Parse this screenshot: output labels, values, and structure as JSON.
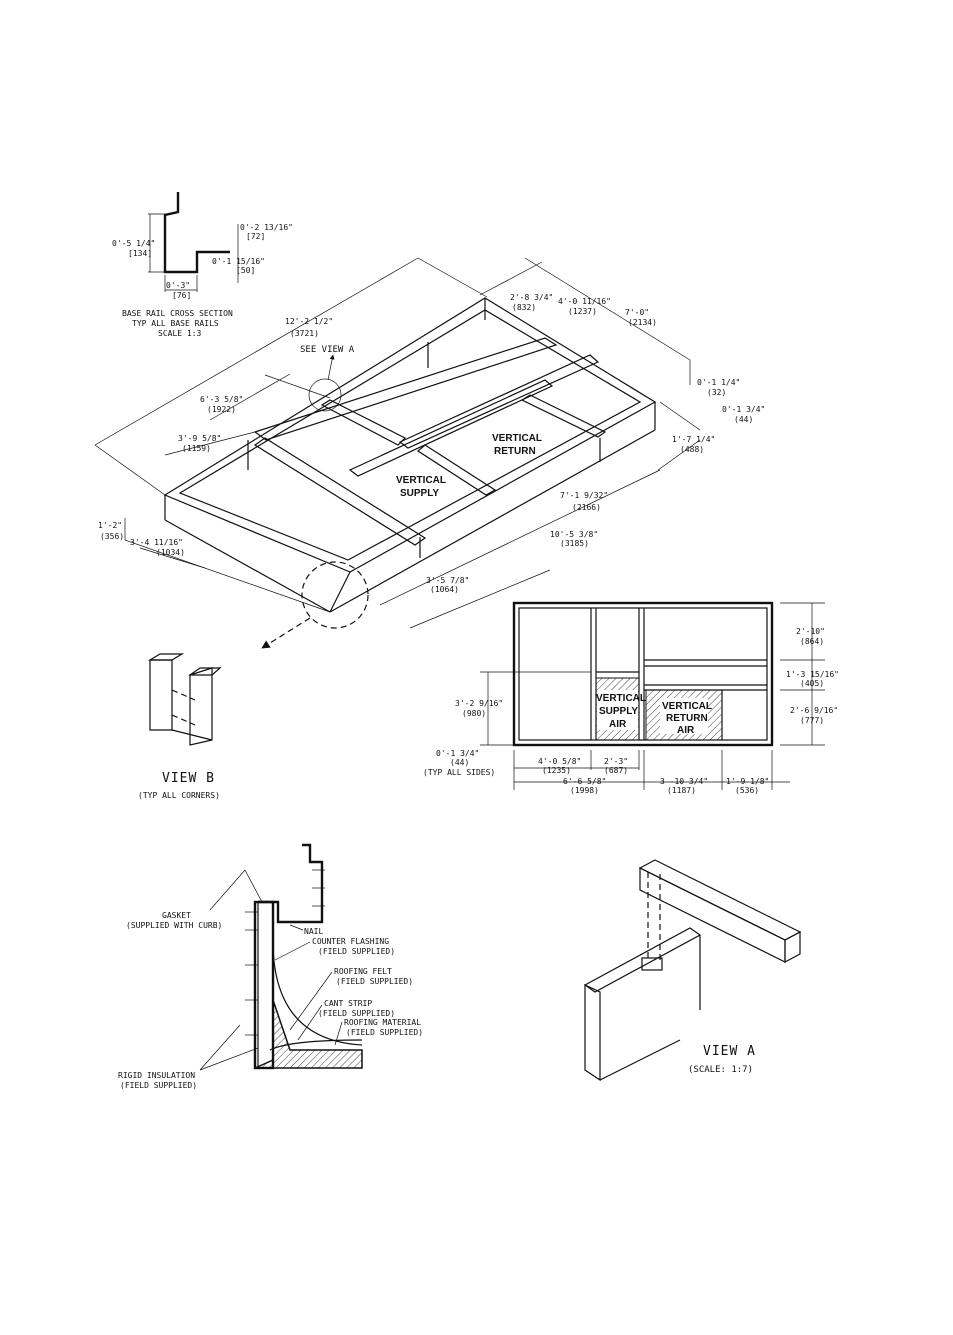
{
  "cross_section": {
    "dim_height": "0'-5 1/4\"",
    "dim_height_mm": "[134]",
    "dim_top": "0'-2 13/16\"",
    "dim_top_mm": "[72]",
    "dim_flange": "0'-1 15/16\"",
    "dim_flange_mm": "[50]",
    "dim_base": "0'-3\"",
    "dim_base_mm": "[76]",
    "title_1": "BASE RAIL CROSS SECTION",
    "title_2": "TYP ALL BASE RAILS",
    "title_3": "SCALE 1:3"
  },
  "iso": {
    "d_overall": "12'-2 1/2\"",
    "d_overall_mm": "(3721)",
    "see_view_a": "SEE VIEW A",
    "d_6_3": "6'-3 5/8\"",
    "d_6_3_mm": "(1922)",
    "d_3_9": "3'-9 5/8\"",
    "d_3_9_mm": "(1159)",
    "d_1_2": "1'-2\"",
    "d_1_2_mm": "(356)",
    "d_3_4": "3'-4 11/16\"",
    "d_3_4_mm": "(1034)",
    "d_2_8": "2'-8 3/4\"",
    "d_2_8_mm": "(832)",
    "d_4_0": "4'-0 11/16\"",
    "d_4_0_mm": "(1237)",
    "d_7_0": "7'-0\"",
    "d_7_0_mm": "(2134)",
    "d_0_1a": "0'-1 1/4\"",
    "d_0_1a_mm": "(32)",
    "d_0_1b": "0'-1 3/4\"",
    "d_0_1b_mm": "(44)",
    "d_1_7": "1'-7 1/4\"",
    "d_1_7_mm": "(488)",
    "d_7_1": "7'-1 9/32\"",
    "d_7_1_mm": "(2166)",
    "d_10_5": "10'-5 3/8\"",
    "d_10_5_mm": "(3185)",
    "d_3_5": "3'-5 7/8\"",
    "d_3_5_mm": "(1064)",
    "vertical_return": [
      "VERTICAL",
      "RETURN"
    ],
    "vertical_supply": [
      "VERTICAL",
      "SUPPLY"
    ]
  },
  "view_b": {
    "title": "VIEW B",
    "subtitle": "(TYP  ALL CORNERS)"
  },
  "plan": {
    "supply": [
      "VERTICAL",
      "SUPPLY",
      "AIR"
    ],
    "return": [
      "VERTICAL",
      "RETURN",
      "AIR"
    ],
    "d_2_10": "2'-10\"",
    "d_2_10_mm": "(864)",
    "d_1_3": "1'-3 15/16\"",
    "d_1_3_mm": "(405)",
    "d_2_6": "2'-6 9/16\"",
    "d_2_6_mm": "(777)",
    "d_3_2": "3'-2 9/16\"",
    "d_3_2_mm": "(980)",
    "d_0_1": "0'-1 3/4\"",
    "d_0_1_mm": "(44)",
    "typ": "(TYP ALL SIDES)",
    "d_4_0": "4'-0 5/8\"",
    "d_4_0_mm": "(1235)",
    "d_2_3": "2'-3\"",
    "d_2_3_mm": "(687)",
    "d_6_6": "6'-6 5/8\"",
    "d_6_6_mm": "(1998)",
    "d_3_10": "3 -10 3/4\"",
    "d_3_10_mm": "(1187)",
    "d_1_9": "1'-9 1/8\"",
    "d_1_9_mm": "(536)"
  },
  "flashing": {
    "gasket": "GASKET",
    "gasket_sub": "(SUPPLIED WITH CURB)",
    "nail": "NAIL",
    "counter": "COUNTER FLASHING",
    "counter_sub": "(FIELD SUPPLIED)",
    "felt": "ROOFING FELT",
    "felt_sub": "(FIELD SUPPLIED)",
    "cant": "CANT STRIP",
    "cant_sub": "(FIELD SUPPLIED)",
    "material": "ROOFING MATERIAL",
    "material_sub": "(FIELD SUPPLIED)",
    "insulation": "RIGID INSULATION",
    "insulation_sub": "(FIELD SUPPLIED)"
  },
  "view_a": {
    "title": "VIEW A",
    "scale": "(SCALE: 1:7)"
  }
}
